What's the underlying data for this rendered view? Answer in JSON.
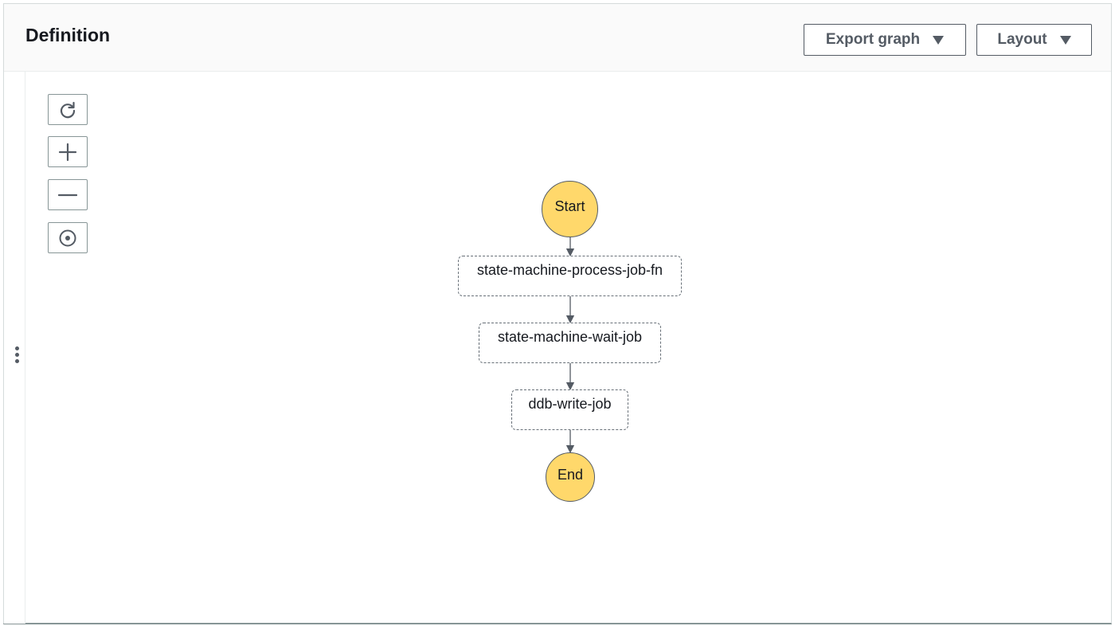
{
  "header": {
    "title": "Definition",
    "export_label": "Export graph",
    "layout_label": "Layout"
  },
  "toolbar": {
    "reset_icon": "refresh-icon",
    "zoom_in_icon": "plus-icon",
    "zoom_out_icon": "minus-icon",
    "center_icon": "target-icon"
  },
  "graph": {
    "nodes": {
      "start": "Start",
      "process": "state-machine-process-job-fn",
      "wait": "state-machine-wait-job",
      "write": "ddb-write-job",
      "end": "End"
    }
  },
  "colors": {
    "terminal_fill": "#ffd86b",
    "border": "#545b64",
    "task_border": "#687078"
  }
}
